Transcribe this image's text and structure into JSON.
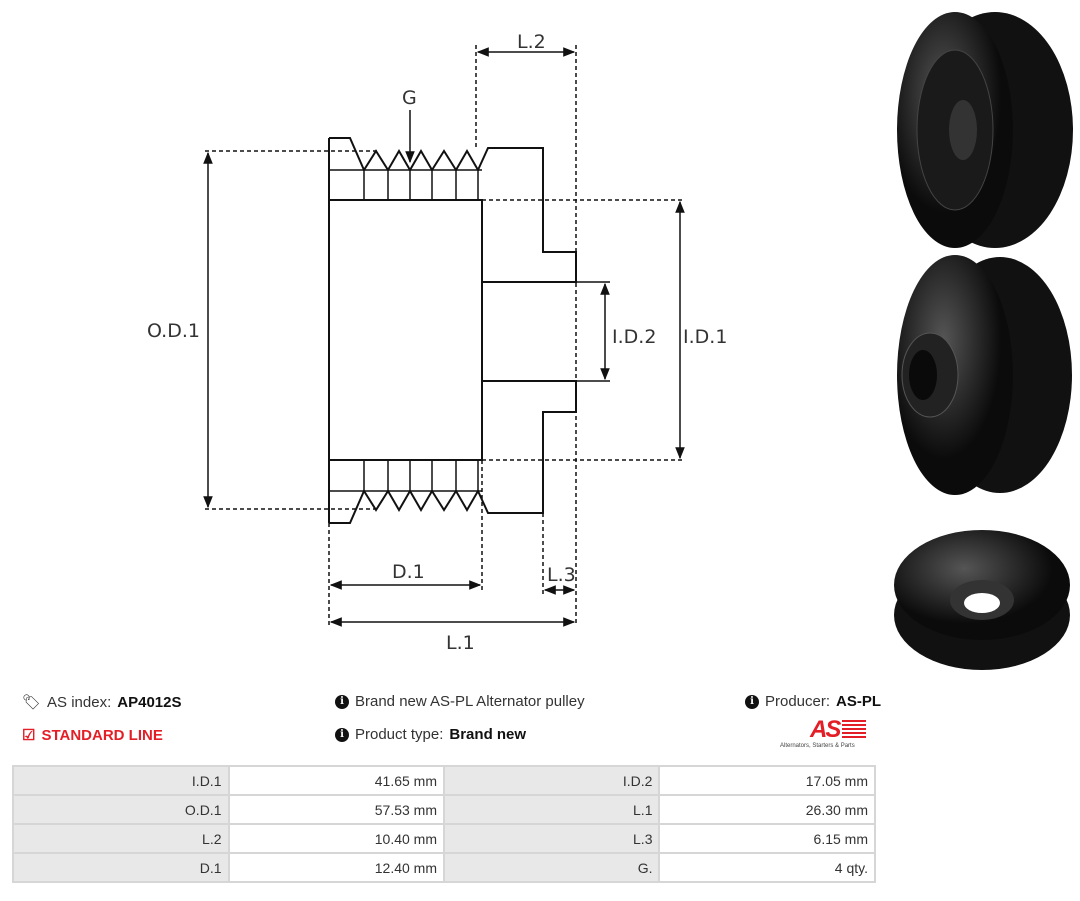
{
  "diagram": {
    "labels": {
      "g": "G",
      "l2": "L.2",
      "od1": "O.D.1",
      "id1": "I.D.1",
      "id2": "I.D.2",
      "d1": "D.1",
      "l3": "L.3",
      "l1": "L.1"
    }
  },
  "info": {
    "as_index_label": "AS index:",
    "as_index_value": "AP4012S",
    "line": "STANDARD LINE",
    "description": "Brand new AS-PL Alternator pulley",
    "product_type_label": "Product type:",
    "product_type_value": "Brand new",
    "producer_label": "Producer:",
    "producer_value": "AS-PL",
    "logo_text": "AS",
    "logo_tagline": "Alternators, Starters & Parts"
  },
  "specs": [
    [
      {
        "k": "I.D.1",
        "v": "41.65 mm"
      },
      {
        "k": "I.D.2",
        "v": "17.05 mm"
      }
    ],
    [
      {
        "k": "O.D.1",
        "v": "57.53 mm"
      },
      {
        "k": "L.1",
        "v": "26.30 mm"
      }
    ],
    [
      {
        "k": "L.2",
        "v": "10.40 mm"
      },
      {
        "k": "L.3",
        "v": "6.15 mm"
      }
    ],
    [
      {
        "k": "D.1",
        "v": "12.40 mm"
      },
      {
        "k": "G.",
        "v": "4 qty."
      }
    ]
  ],
  "colors": {
    "accent": "#e41e26"
  }
}
